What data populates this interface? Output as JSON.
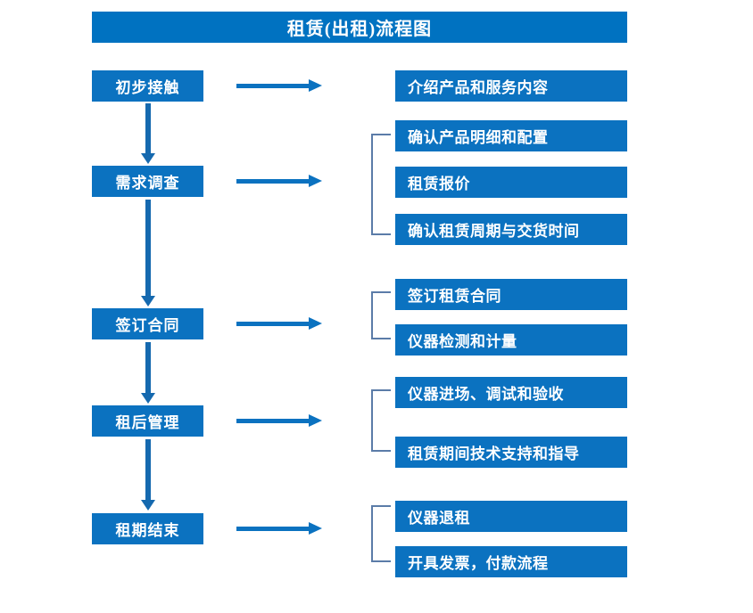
{
  "title": "租赁(出租)流程图",
  "colors": {
    "box_blue": "#0B72C0",
    "title_blue": "#0072C1",
    "arrow_blue": "#1569AF",
    "bracket_gray_blue": "#5B7CA8",
    "text": "#FFFFFF",
    "background": "#FFFFFF"
  },
  "stages": [
    {
      "label": "初步接触"
    },
    {
      "label": "需求调查"
    },
    {
      "label": "签订合同"
    },
    {
      "label": "租后管理"
    },
    {
      "label": "租期结束"
    }
  ],
  "details": [
    {
      "label": "介绍产品和服务内容"
    },
    {
      "label": "确认产品明细和配置"
    },
    {
      "label": "租赁报价"
    },
    {
      "label": "确认租赁周期与交货时间"
    },
    {
      "label": "签订租赁合同"
    },
    {
      "label": "仪器检测和计量"
    },
    {
      "label": "仪器进场、调试和验收"
    },
    {
      "label": "租赁期间技术支持和指导"
    },
    {
      "label": "仪器退租"
    },
    {
      "label": "开具发票，付款流程"
    }
  ],
  "connections": {
    "stage_to_detail_arrows": 5,
    "stage_to_stage_arrows": 4,
    "group_brackets": 4
  }
}
